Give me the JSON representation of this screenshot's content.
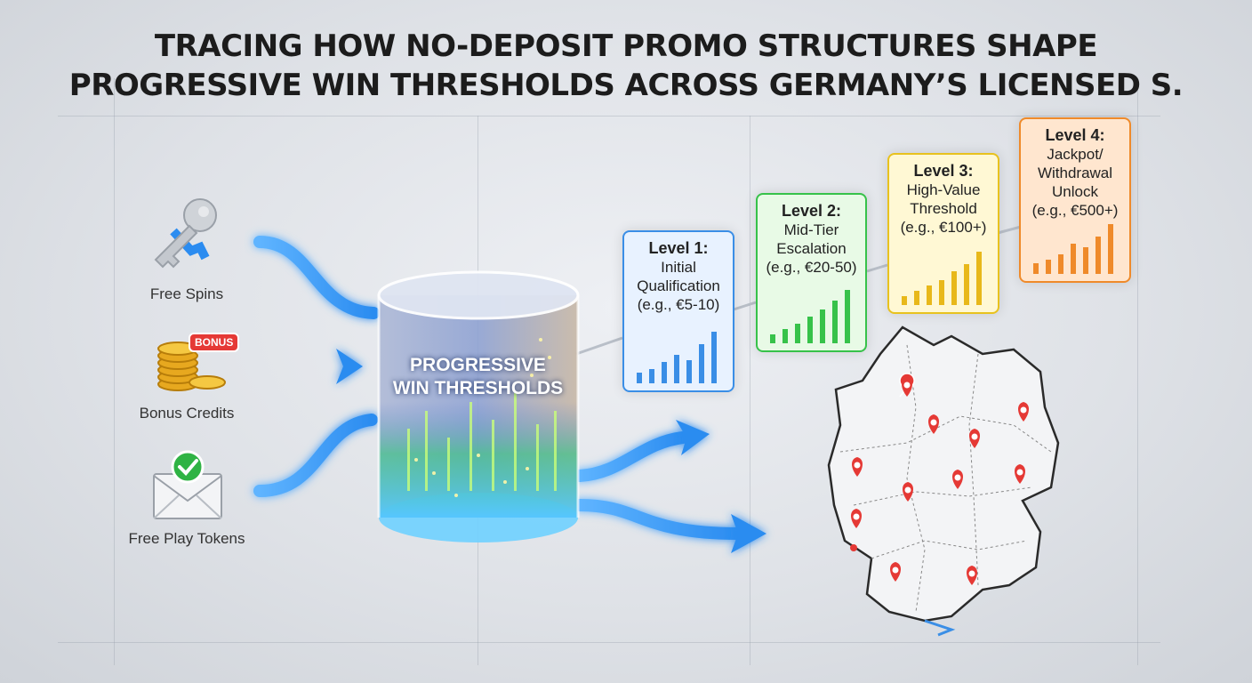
{
  "title": {
    "line1": "TRACING HOW NO-DEPOSIT PROMO STRUCTURES SHAPE",
    "line2": "PROGRESSIVE WIN THRESHOLDS ACROSS GERMANY’S LICENSED S."
  },
  "sources": [
    {
      "label": "Free Spins",
      "icon": "key-with-ribbon-icon"
    },
    {
      "label": "Bonus Credits",
      "icon": "coin-stack-icon",
      "badge": "BONUS"
    },
    {
      "label": "Free Play Tokens",
      "icon": "envelope-check-icon"
    }
  ],
  "cylinder": {
    "line1": "PROGRESSIVE",
    "line2": "WIN THRESHOLDS"
  },
  "levels": [
    {
      "level": "Level 1:",
      "lines": [
        "Initial",
        "Qualification",
        "(e.g., €5-10)"
      ],
      "color": "#3a8ee6",
      "fill": "#e8f2ff"
    },
    {
      "level": "Level 2:",
      "lines": [
        "Mid-Tier",
        "Escalation",
        "(e.g., €20-50)"
      ],
      "color": "#37c24a",
      "fill": "#e8fae6"
    },
    {
      "level": "Level 3:",
      "lines": [
        "High-Value",
        "Threshold",
        "(e.g., €100+)"
      ],
      "color": "#e8c21e",
      "fill": "#fff8d4"
    },
    {
      "level": "Level 4:",
      "lines": [
        "Jackpot/",
        "Withdrawal",
        "Unlock",
        "(e.g., €500+)"
      ],
      "color": "#ef8a2a",
      "fill": "#ffe6cf"
    }
  ],
  "map": {
    "icon": "germany-map-icon",
    "pin_icon": "location-pin-icon",
    "pin_color": "#e53935"
  }
}
